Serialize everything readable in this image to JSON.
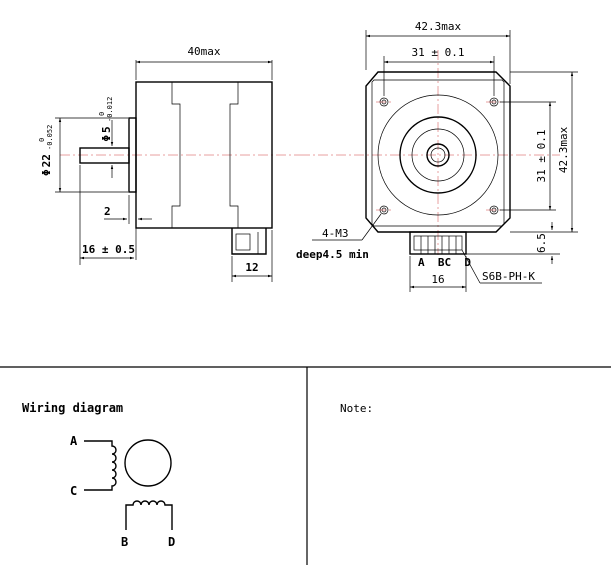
{
  "side_view": {
    "length_dim": "40max",
    "shaft_dia_symbol": "Φ",
    "shaft_dia_base": "5",
    "shaft_dia_tol_upper": "0",
    "shaft_dia_tol_lower": "-0.012",
    "boss_dia_symbol": "Φ",
    "boss_dia_base": "22",
    "boss_dia_tol_upper": "0",
    "boss_dia_tol_lower": "-0.052",
    "boss_depth_dim": "2",
    "shaft_length_dim": "16 ± 0.5",
    "connector_width_dim": "12"
  },
  "front_view": {
    "width_max_dim": "42.3max",
    "hole_spacing_horizontal_dim": "31 ± 0.1",
    "hole_spacing_vertical_dim": "31 ± 0.1",
    "height_max_dim": "42.3max",
    "connector_offset_dim": "6.5",
    "mount_holes_line1": "4-M3",
    "mount_holes_line2": "deep4.5 min",
    "pin_labels": "A  BC  D",
    "connector_pitch_dim": "16",
    "connector_model": "S6B-PH-K"
  },
  "wiring": {
    "title": "Wiring diagram",
    "pin_a": "A",
    "pin_b": "B",
    "pin_c": "C",
    "pin_d": "D"
  },
  "notes": {
    "title": "Note:"
  }
}
